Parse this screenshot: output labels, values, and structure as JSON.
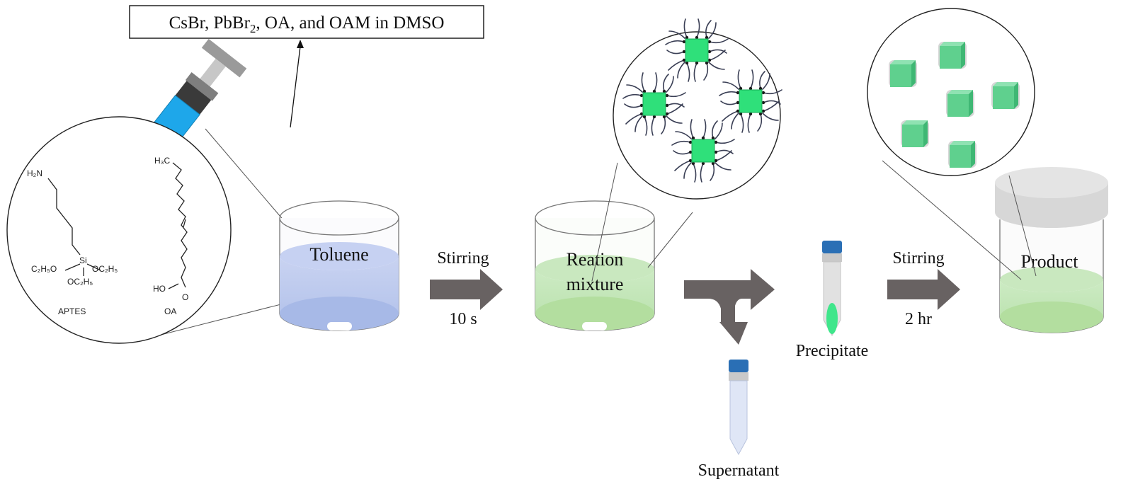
{
  "reagent_box": {
    "prefix": "CsBr, PbBr",
    "sub": "2",
    "suffix": ", OA, and OAM in DMSO"
  },
  "chemicals": {
    "aptes": {
      "name": "APTES",
      "amine": "H₂N",
      "si": "Si",
      "left_group": "C₂H₅O",
      "right_group": "OC₂H₅",
      "bottom_group": "OC₂H₅"
    },
    "oa": {
      "name": "OA",
      "methyl": "H₃C",
      "ho": "HO",
      "o": "O"
    }
  },
  "steps": {
    "beaker1": "Toluene",
    "arrow1_top": "Stirring",
    "arrow1_bottom": "10 s",
    "beaker2_line1": "Reation",
    "beaker2_line2": "mixture",
    "supernatant": "Supernatant",
    "precipitate": "Precipitate",
    "arrow3_top": "Stirring",
    "arrow3_bottom": "2 hr",
    "product": "Product"
  },
  "colors": {
    "toluene": "#a9b9e6",
    "mixture": "#a8d89a",
    "nanocrystal": "#2fe07a",
    "cube": "#5fd08e",
    "arrow": "#686262",
    "syringe_liquid": "#1ea7ea",
    "cap": "#2a6fb5"
  }
}
